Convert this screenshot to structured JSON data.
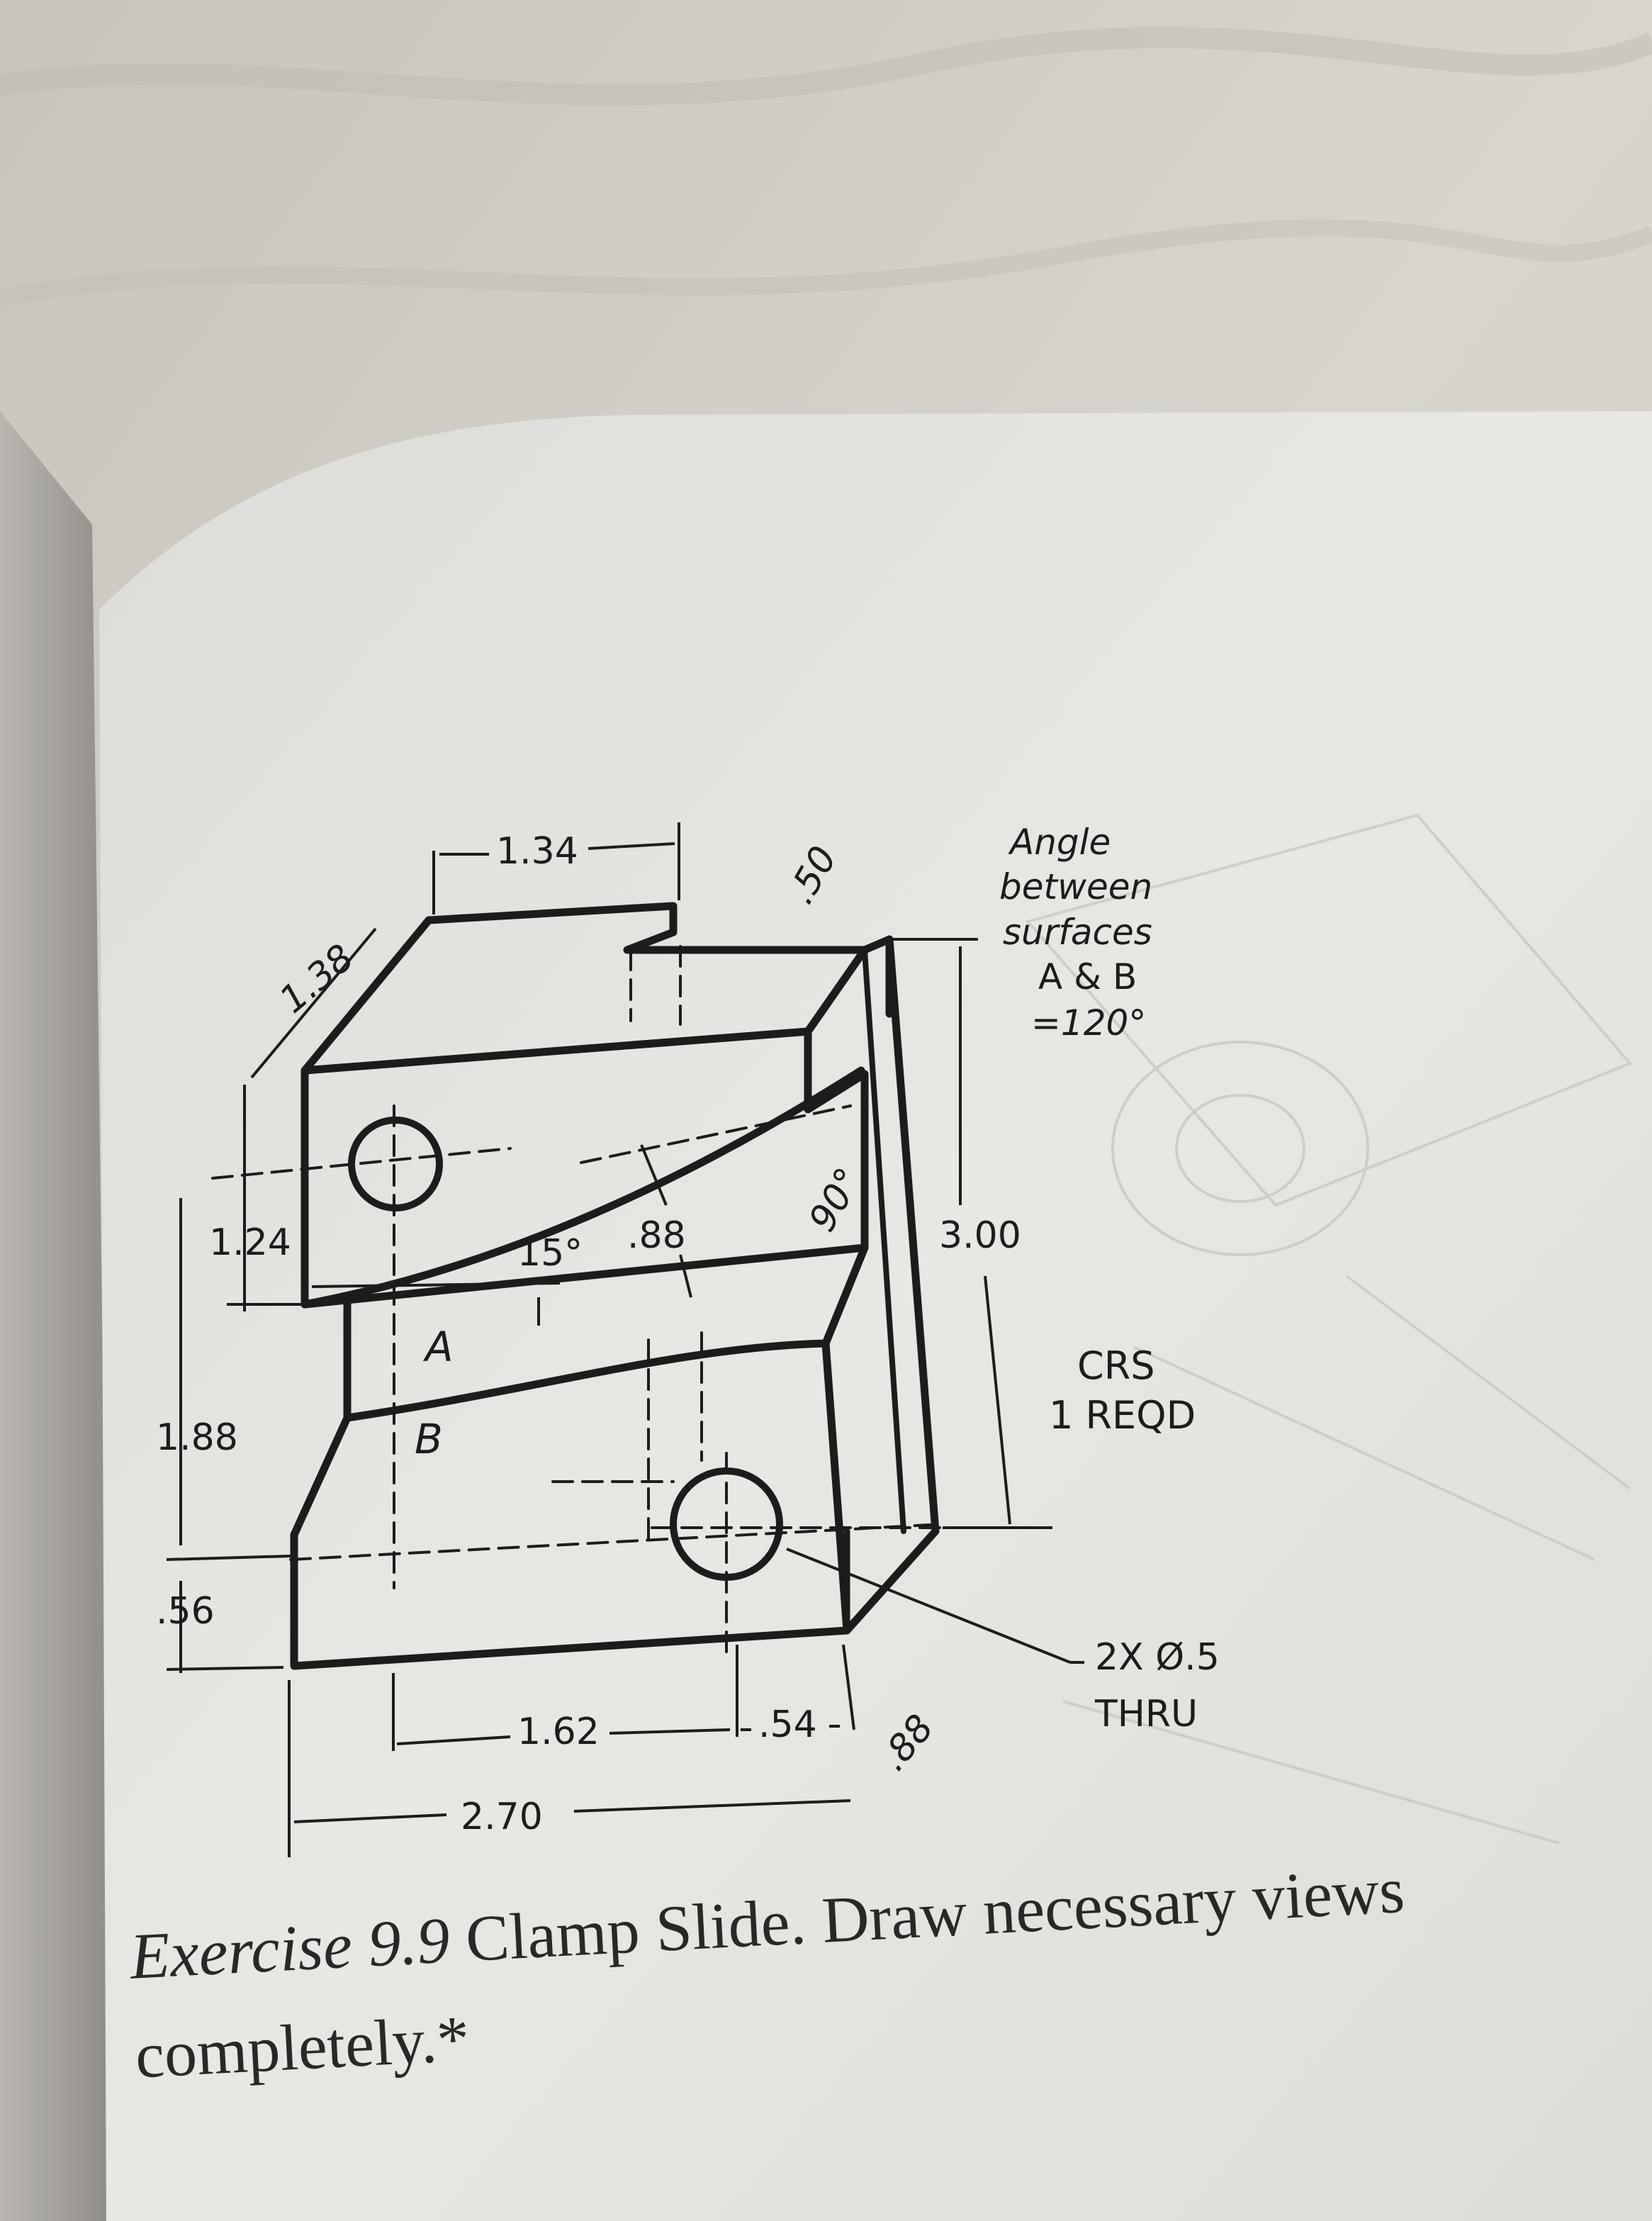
{
  "dimensions": {
    "top_width": "1.34",
    "depth": "1.38",
    "tab_width": ".50",
    "left_upper_height": "1.24",
    "left_mid_height": "1.88",
    "left_low_height": ".56",
    "angle_15": "15°",
    "slot_depth": ".88",
    "angle_90": "90°",
    "total_height": "3.00",
    "hole_offset": "1.62",
    "hole_spacing": ".54",
    "bottom_depth": ".88",
    "total_width": "2.70"
  },
  "surface_labels": {
    "a": "A",
    "b": "B"
  },
  "note_angle": [
    "Angle",
    "between",
    "surfaces",
    "A & B",
    "=120°"
  ],
  "note_material": [
    "CRS",
    "1 REQD"
  ],
  "note_holes": [
    "2X Ø.5",
    "THRU"
  ],
  "caption": {
    "exercise": "Exercise",
    "number": "9.9",
    "text": "Clamp Slide. Draw necessary views",
    "line2": "completely.*"
  },
  "colors": {
    "ink": "#1d1c1b",
    "page": "#e6e5e1",
    "cloth": "#cfcbc3"
  }
}
